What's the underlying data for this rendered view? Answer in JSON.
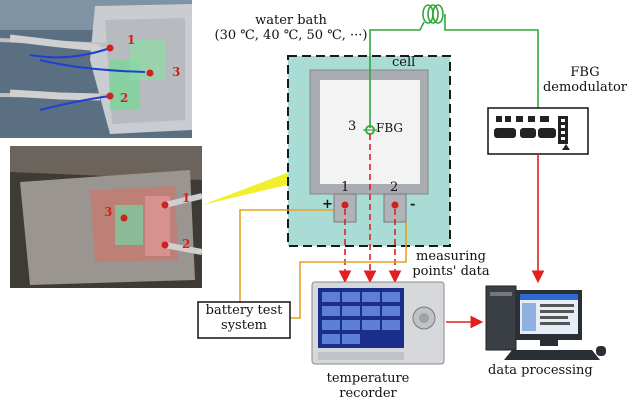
{
  "water_bath": {
    "line1": "water bath",
    "line2": "(30 ℃, 40 ℃, 50 ℃, ···)"
  },
  "cell": {
    "label": "cell",
    "fbg_number": "3",
    "fbg_label": "FBG",
    "point1": "1",
    "point2": "2",
    "plus": "+",
    "minus": "-"
  },
  "fbg_demodulator": {
    "line1": "FBG",
    "line2": "demodulator"
  },
  "measuring": {
    "line1": "measuring",
    "line2": "points' data"
  },
  "battery_test_system": {
    "line1": "battery test",
    "line2": "system"
  },
  "temperature_recorder": {
    "line1": "temperature",
    "line2": "recorder"
  },
  "data_processing": {
    "label": "data processing"
  },
  "photo_top": {
    "m1": "1",
    "m2": "2",
    "m3": "3"
  },
  "photo_bottom": {
    "m1": "1",
    "m2": "2",
    "m3": "3"
  },
  "colors": {
    "bath_fill": "#a8dcd5",
    "fiber_green": "#2ea83a",
    "orange_wire": "#e6a126",
    "red_line": "#e02020",
    "red_arrow": "#e03030"
  }
}
